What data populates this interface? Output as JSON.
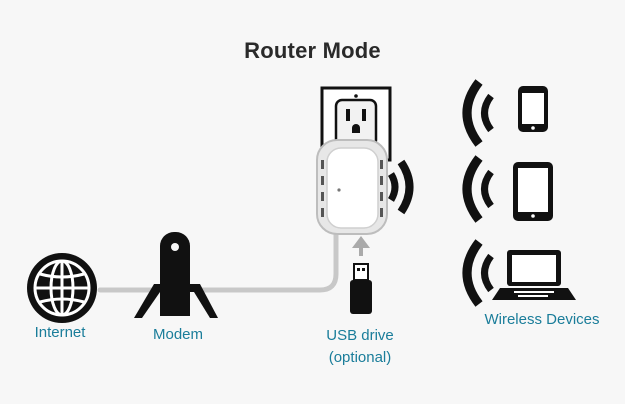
{
  "title": "Router Mode",
  "labels": {
    "internet": "Internet",
    "modem": "Modem",
    "usb_line1": "USB drive",
    "usb_line2": "(optional)",
    "wireless": "Wireless Devices"
  },
  "colors": {
    "label": "#1a7d9a",
    "line": "#c8c8c8",
    "icon": "#111111",
    "background": "#f7f7f7"
  },
  "icons": [
    "globe-icon",
    "modem-icon",
    "outlet-icon",
    "router-icon",
    "usb-drive-icon",
    "phone-icon",
    "tablet-icon",
    "laptop-icon",
    "wifi-waves-icon"
  ]
}
